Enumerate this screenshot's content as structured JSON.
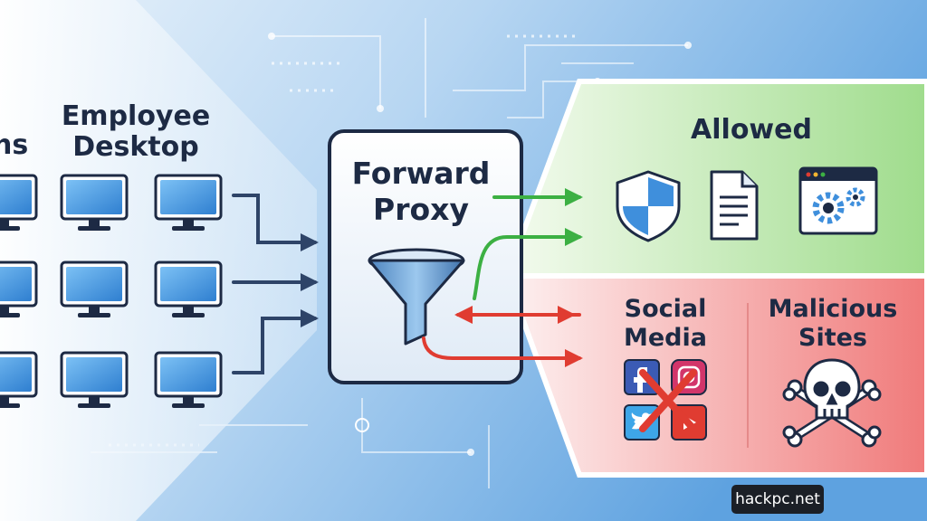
{
  "labels": {
    "employees_partial": "ns",
    "employee_desktop": "Employee\nDesktop",
    "proxy": "Forward\nProxy",
    "allowed": "Allowed",
    "social_media": "Social\nMedia",
    "malicious_sites": "Malicious\nSites"
  },
  "watermark": "hackpc.net",
  "icons": {
    "devices": "desktop-monitor-icon",
    "filter": "funnel-icon",
    "allowed": [
      "shield-icon",
      "document-icon",
      "settings-window-icon"
    ],
    "social": [
      "facebook-icon",
      "instagram-icon",
      "twitter-icon",
      "youtube-icon",
      "blocked-x-icon"
    ],
    "malicious": "skull-crossbones-icon"
  },
  "colors": {
    "allowed": "#3cb043",
    "blocked": "#e03c31",
    "flow": "#2e4468",
    "background": "#cfe4f7"
  }
}
